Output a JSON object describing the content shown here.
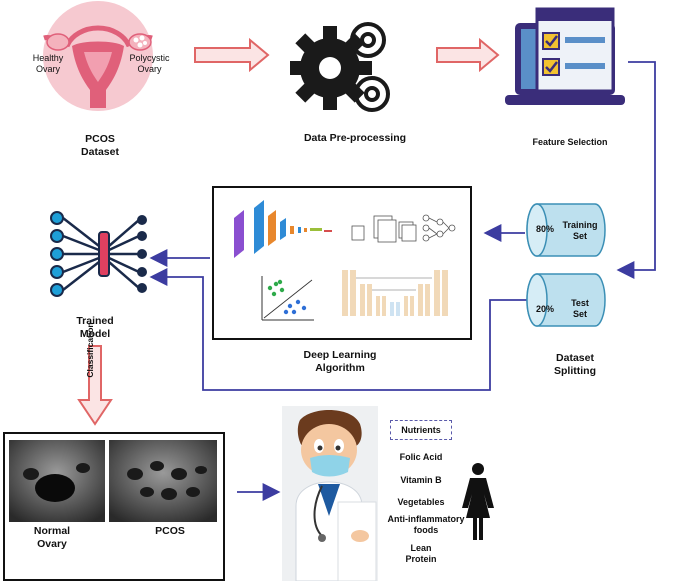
{
  "dataset": {
    "healthy_label": "Healthy\nOvary",
    "pcos_label": "Polycystic\nOvary",
    "caption": "PCOS\nDataset"
  },
  "steps": {
    "preprocessing": "Data Pre-processing",
    "feature_selection": "Feature Selection",
    "deep_learning": "Deep Learning\nAlgorithm",
    "trained_model": "Trained\nModel",
    "classification": "Classification",
    "dataset_splitting": "Dataset\nSplitting"
  },
  "split": {
    "training_pct": "80%",
    "training_label": "Training\nSet",
    "test_pct": "20%",
    "test_label": "Test\nSet"
  },
  "results": {
    "normal": "Normal\nOvary",
    "pcos": "PCOS"
  },
  "nutrients": {
    "title": "Nutrients",
    "items": [
      "Folic Acid",
      "Vitamin B",
      "Vegetables",
      "Anti-inflammatory\nfoods",
      "Lean\nProtein"
    ]
  },
  "colors": {
    "arrow_red": "#e06666",
    "line_blue": "#3c3ca0",
    "cylinder": "#bde0ee",
    "cylinder_stroke": "#3b8fb5",
    "uterus_pink": "#e0607a"
  }
}
